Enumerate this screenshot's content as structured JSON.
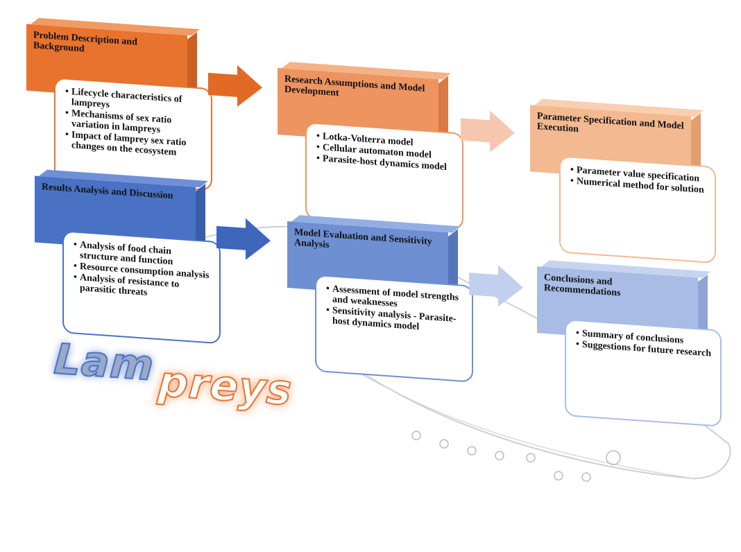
{
  "colors": {
    "orange_dark": "#e8732f",
    "orange_mid": "#ee9460",
    "orange_light": "#f3b990",
    "blue_dark": "#4a72c4",
    "blue_mid": "#6e8fd2",
    "blue_light": "#a9bce6"
  },
  "stages": [
    {
      "title": "Problem Description and Background",
      "items": [
        "Lifecycle characteristics of lampreys",
        "Mechanisms of sex ratio variation in lampreys",
        "Impact of lamprey sex ratio changes on the ecosystem"
      ]
    },
    {
      "title": "Research Assumptions and Model Development",
      "items": [
        "Lotka-Volterra model",
        "Cellular automaton model",
        "Parasite-host dynamics model"
      ]
    },
    {
      "title": "Parameter Specification and Model Execution",
      "items": [
        "Parameter value specification",
        "Numerical method for solution"
      ]
    },
    {
      "title": "Results Analysis and Discussion",
      "items": [
        "Analysis of food chain structure and function",
        "Resource consumption analysis",
        "Analysis of resistance to parasitic threats"
      ]
    },
    {
      "title": "Model Evaluation and Sensitivity Analysis",
      "items": [
        "Assessment of model strengths and weaknesses",
        "Sensitivity analysis - Parasite-host dynamics model"
      ]
    },
    {
      "title": "Conclusions and Recommendations",
      "items": [
        "Summary of conclusions",
        "Suggestions for future research"
      ]
    }
  ],
  "logo": {
    "part1": "Lam",
    "part2": "preys"
  }
}
